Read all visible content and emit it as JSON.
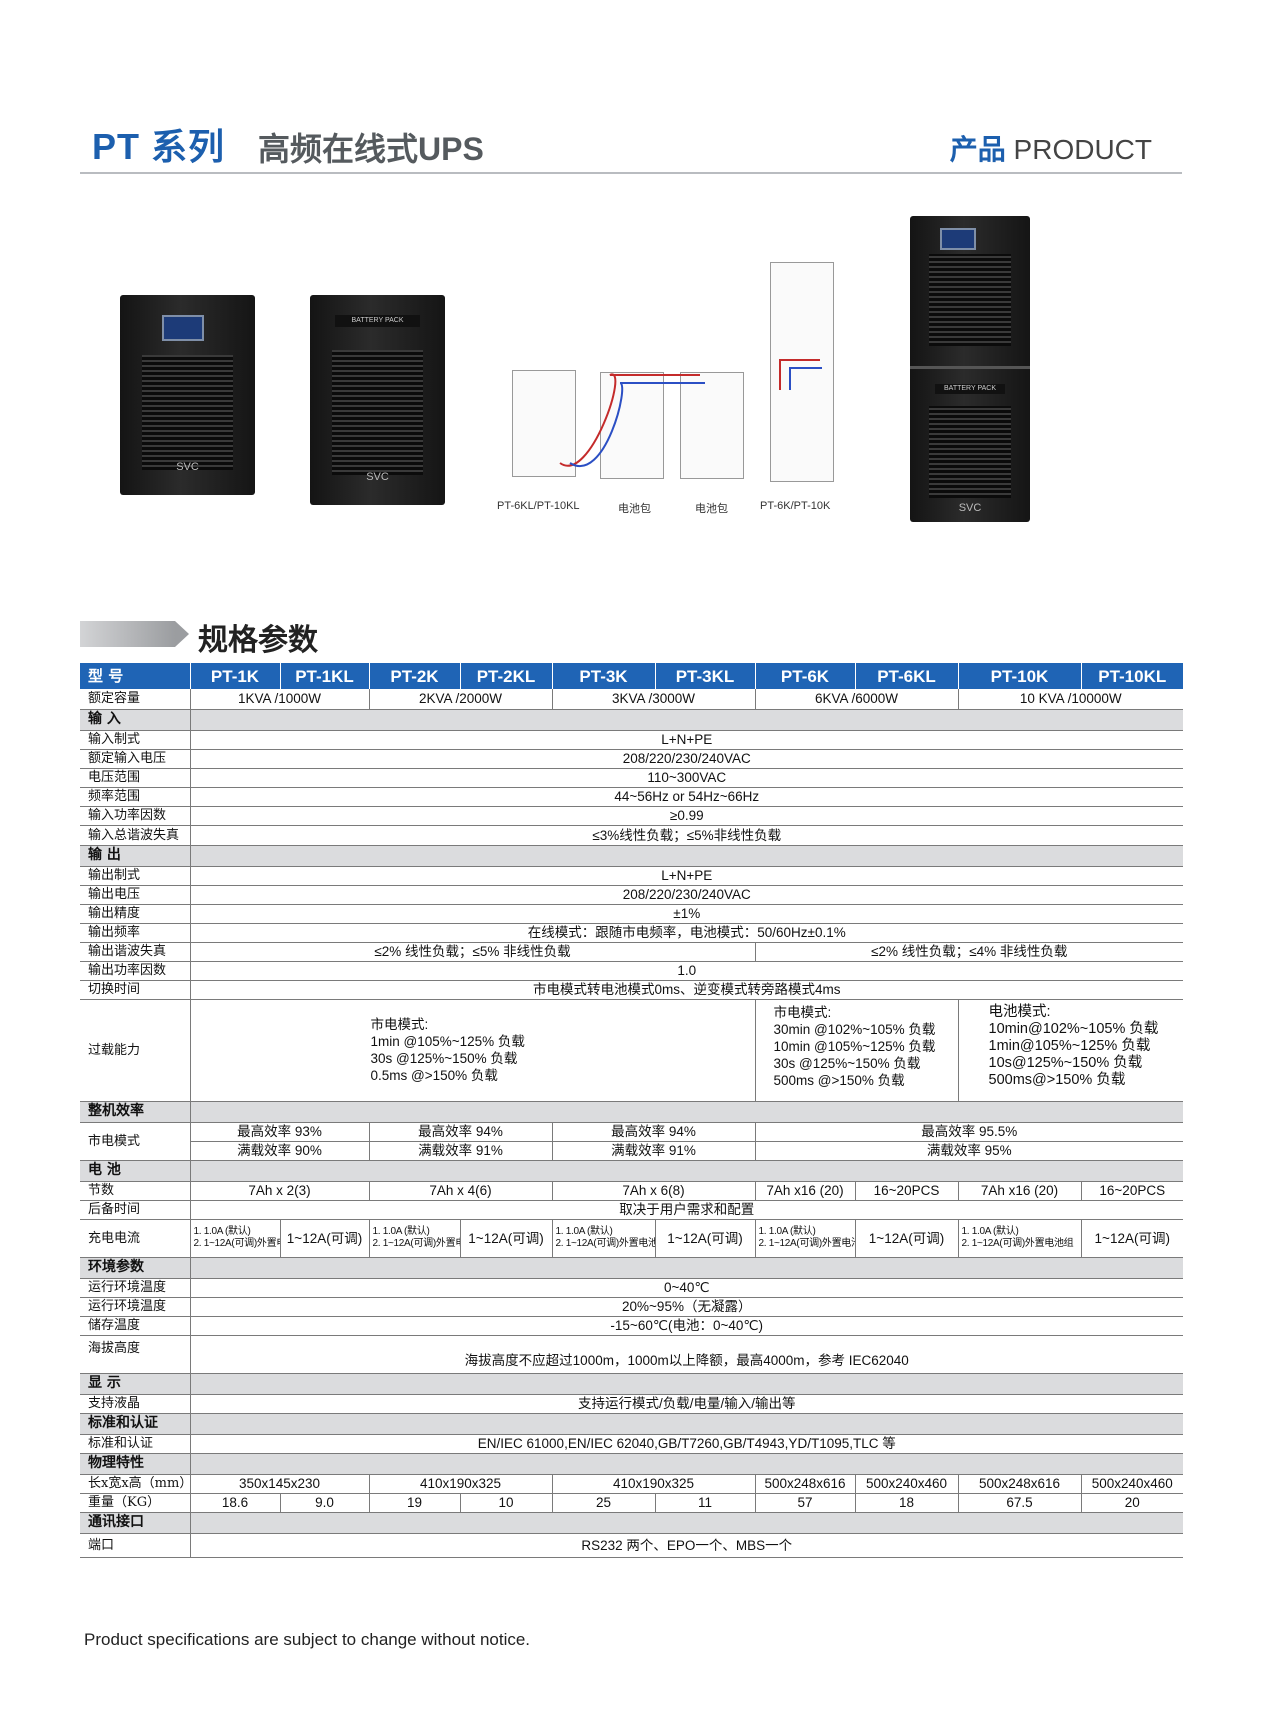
{
  "header": {
    "series": "PT 系列",
    "subtitle": "高频在线式UPS",
    "right_bold": "产品",
    "right_text": "PRODUCT"
  },
  "images": {
    "battery_plate": "BATTERY PACK",
    "brand": "SVC",
    "captions": [
      "PT-6KL/PT-10KL",
      "电池包",
      "电池包",
      "PT-6K/PT-10K"
    ]
  },
  "section": {
    "title": "规格参数"
  },
  "table": {
    "model_label": "型 号",
    "models": [
      "PT-1K",
      "PT-1KL",
      "PT-2K",
      "PT-2KL",
      "PT-3K",
      "PT-3KL",
      "PT-6K",
      "PT-6KL",
      "PT-10K",
      "PT-10KL"
    ],
    "capacity": {
      "label": "额定容量",
      "values": [
        "1KVA /1000W",
        "2KVA /2000W",
        "3KVA /3000W",
        "6KVA /6000W",
        "10 KVA /10000W"
      ]
    },
    "input": {
      "title": "输 入",
      "rows": [
        {
          "label": "输入制式",
          "value": "L+N+PE"
        },
        {
          "label": "额定输入电压",
          "value": "208/220/230/240VAC"
        },
        {
          "label": "电压范围",
          "value": "110~300VAC"
        },
        {
          "label": "频率范围",
          "value": "44~56Hz or 54Hz~66Hz"
        },
        {
          "label": "输入功率因数",
          "value": "≥0.99"
        },
        {
          "label": "输入总谐波失真",
          "value": "≤3%线性负载；≤5%非线性负载"
        }
      ]
    },
    "output": {
      "title": "输 出",
      "rows": [
        {
          "label": "输出制式",
          "value": "L+N+PE"
        },
        {
          "label": "输出电压",
          "value": "208/220/230/240VAC"
        },
        {
          "label": "输出精度",
          "value": "±1%"
        },
        {
          "label": "输出频率",
          "value": "在线模式：跟随市电频率，电池模式：50/60Hz±0.1%"
        }
      ],
      "thd": {
        "label": "输出谐波失真",
        "left": "≤2% 线性负载；≤5% 非线性负载",
        "right": "≤2% 线性负载；≤4% 非线性负载"
      },
      "pf": {
        "label": "输出功率因数",
        "value": "1.0"
      },
      "switch": {
        "label": "切换时间",
        "value": "市电模式转电池模式0ms、逆变模式转旁路模式4ms"
      }
    },
    "overload": {
      "label": "过载能力",
      "a": [
        "市电模式:",
        "1min @105%~125% 负载",
        "30s @125%~150% 负载",
        "0.5ms @>150% 负载"
      ],
      "b": [
        "市电模式:",
        "30min @102%~105% 负载",
        "10min @105%~125% 负载",
        "30s @125%~150% 负载",
        "500ms @>150% 负载"
      ],
      "c": [
        "电池模式:",
        "10min@102%~105% 负载",
        "1min@105%~125% 负载",
        "10s@125%~150% 负载",
        "500ms@>150% 负载"
      ]
    },
    "efficiency": {
      "title": "整机效率",
      "label": "市电模式",
      "max": [
        "最高效率 93%",
        "最高效率 94%",
        "最高效率 94%",
        "最高效率 95.5%"
      ],
      "full": [
        "满载效率 90%",
        "满载效率 91%",
        "满载效率 91%",
        "满载效率 95%"
      ]
    },
    "battery": {
      "title": "电 池",
      "cells": {
        "label": "节数",
        "values": [
          "7Ah x 2(3)",
          "7Ah x 4(6)",
          "7Ah x 6(8)",
          "7Ah x16 (20)",
          "16~20PCS",
          "7Ah x16 (20)",
          "16~20PCS"
        ]
      },
      "backup": {
        "label": "后备时间",
        "value": "取决于用户需求和配置"
      },
      "charge": {
        "label": "充电电流",
        "std1": "1. 1.0A (默认)",
        "std2": "2. 1~12A(可调)外置电池组",
        "long": "1~12A(可调)"
      }
    },
    "env": {
      "title": "环境参数",
      "rows": [
        {
          "label": "运行环境温度",
          "value": "0~40℃"
        },
        {
          "label": "运行环境温度",
          "value": "20%~95%（无凝露）"
        },
        {
          "label": "储存温度",
          "value": "-15~60℃(电池：0~40℃)"
        }
      ],
      "altitude": {
        "label": "海拔高度",
        "value": "海拔高度不应超过1000m，1000m以上降额，最高4000m，参考 IEC62040"
      }
    },
    "display": {
      "title": "显 示",
      "label": "支持液晶",
      "value": "支持运行模式/负载/电量/输入/输出等"
    },
    "standard": {
      "title": "标准和认证",
      "label": "标准和认证",
      "value": "EN/IEC 61000,EN/IEC 62040,GB/T7260,GB/T4943,YD/T1095,TLC 等"
    },
    "physical": {
      "title": "物理特性",
      "dims": {
        "label": "长x宽x高（mm）",
        "values": [
          "350x145x230",
          "410x190x325",
          "410x190x325",
          "500x248x616",
          "500x240x460",
          "500x248x616",
          "500x240x460"
        ]
      },
      "weight": {
        "label": "重量（KG）",
        "values": [
          "18.6",
          "9.0",
          "19",
          "10",
          "25",
          "11",
          "57",
          "18",
          "67.5",
          "20"
        ]
      }
    },
    "comm": {
      "title": "通讯接口",
      "label": "端口",
      "value": "RS232 两个、EPO一个、MBS一个"
    }
  },
  "note": "Product specifications are subject to change without notice.",
  "colors": {
    "brand_blue": "#1f64b5",
    "section_gray": "#dbdcde"
  }
}
